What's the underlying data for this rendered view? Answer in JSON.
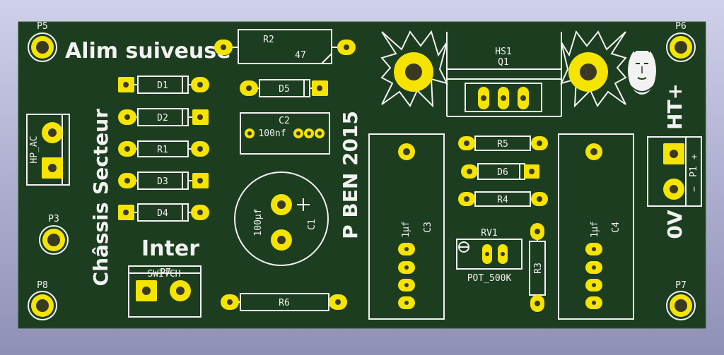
{
  "board": {
    "title": "Alim suiveuse",
    "author_year": "P BEN 2015",
    "secteur": "Secteur",
    "chassis": "Châssis",
    "inter": "Inter",
    "ht_plus": "HT+",
    "zero_v": "0V",
    "switch_label": "SWITCH",
    "sw_overlay": "P7",
    "hp_ac": "HP_AC",
    "hs_ref": "HS1",
    "p1_label": "P1",
    "plus_sign": "+",
    "minus_sign": "−"
  },
  "mounting_holes": [
    "P5",
    "P6",
    "P3",
    "P8",
    "P7"
  ],
  "components": {
    "r2": "R2",
    "r2_value": "47",
    "d1": "D1",
    "d2": "D2",
    "r1": "R1",
    "d3": "D3",
    "d4": "D4",
    "d5": "D5",
    "c2": "C2",
    "c2_value": "100nf",
    "c1": "C1",
    "c1_value": "100µf",
    "r6": "R6",
    "q1": "Q1",
    "c3": "C3",
    "c3_value": "1µf",
    "c4": "C4",
    "c4_value": "1µf",
    "r5": "R5",
    "d6": "D6",
    "r4": "R4",
    "rv1": "RV1",
    "rv1_value": "POT_500K",
    "r3": "R3"
  },
  "colors": {
    "board": "#1c3d1f",
    "copper": "#f5e400",
    "silkscreen": "#f2f2f2",
    "background": "#b0b1d2"
  }
}
